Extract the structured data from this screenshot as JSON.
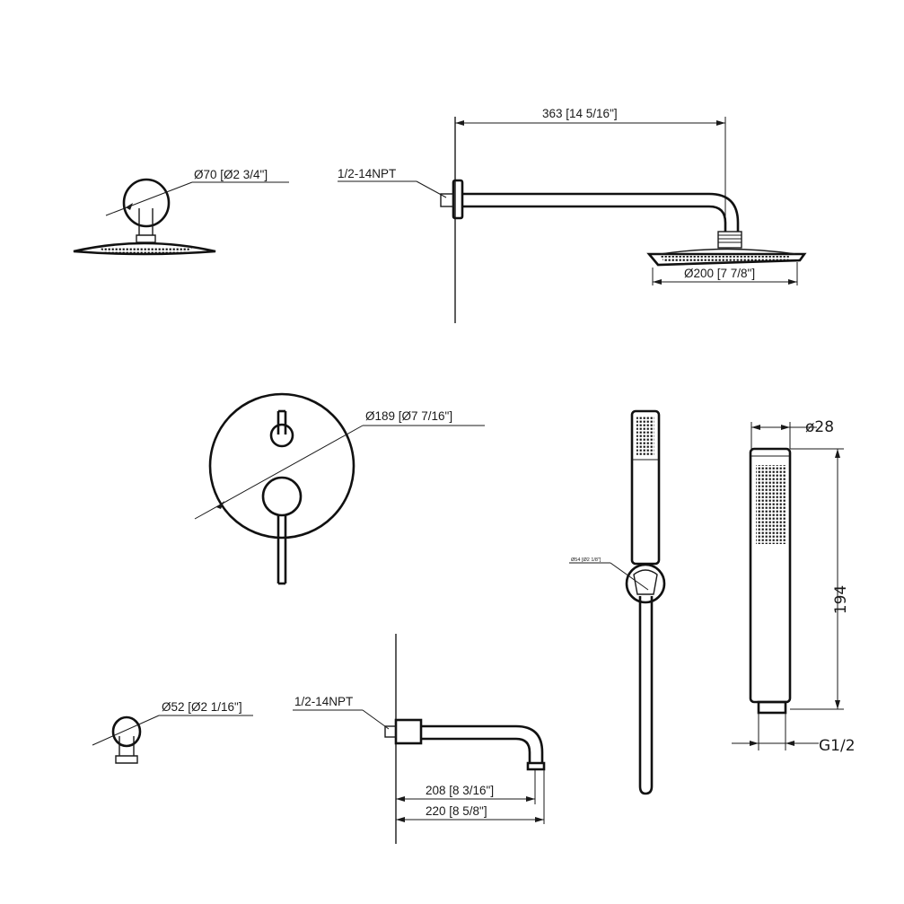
{
  "labels": {
    "head_arm_flange_dia": "Ø70 [Ø2 3/4\"]",
    "arm_thread": "1/2-14NPT",
    "arm_length": "363 [14 5/16\"]",
    "head_dia": "Ø200 [7 7/8\"]",
    "valve_plate_dia": "Ø189 [Ø7 7/16\"]",
    "holder_dia": "Ø54 [Ø2 1/8\"]",
    "handshower_width": "ø28",
    "handshower_length": "194",
    "handshower_thread": "G1/2",
    "elbow_flange_dia": "Ø52 [Ø2 1/16\"]",
    "spout_thread": "1/2-14NPT",
    "spout_length_a": "208 [8 3/16\"]",
    "spout_length_b": "220 [8 5/8\"]"
  }
}
